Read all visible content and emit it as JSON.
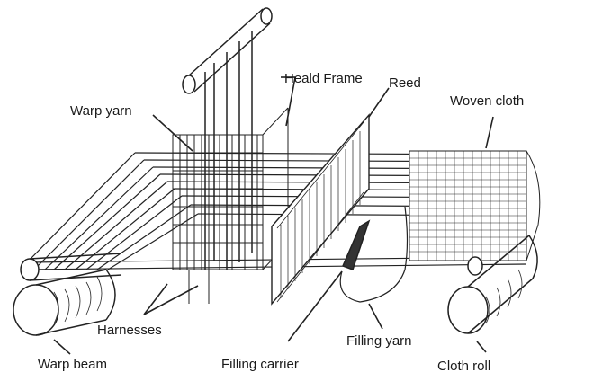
{
  "labels": {
    "heald_frame": "Heald Frame",
    "reed": "Reed",
    "warp_yarn": "Warp yarn",
    "woven_cloth": "Woven cloth",
    "harnesses": "Harnesses",
    "filling_yarn": "Filling yarn",
    "warp_beam": "Warp beam",
    "filling_carrier": "Filling carrier",
    "cloth_roll": "Cloth roll"
  },
  "colors": {
    "line": "#222222",
    "background": "#ffffff"
  }
}
